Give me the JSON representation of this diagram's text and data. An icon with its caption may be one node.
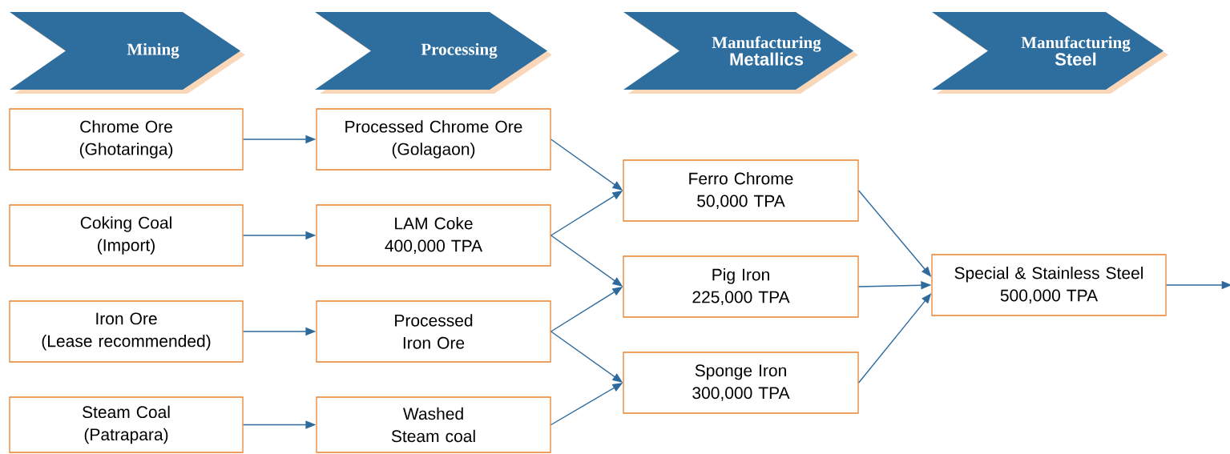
{
  "diagram": {
    "nodes": [
      {
        "text": [
          "Mining"
        ]
      },
      {
        "text": [
          "Processing"
        ]
      },
      {
        "text": [
          "Manufacturing",
          "Metallics"
        ]
      },
      {
        "text": [
          "Manufacturing",
          "Steel"
        ]
      },
      {
        "text": [
          "Chrome Ore",
          "(Ghotaringa)"
        ]
      },
      {
        "text": [
          "Coking Coal",
          "(Import)"
        ]
      },
      {
        "text": [
          "Iron Ore",
          "(Lease recommended)"
        ]
      },
      {
        "text": [
          "Steam Coal",
          "(Patrapara)"
        ]
      },
      {
        "text": [
          "Processed Chrome Ore",
          "(Golagaon)"
        ]
      },
      {
        "text": [
          "LAM Coke",
          "400,000 TPA"
        ]
      },
      {
        "text": [
          "Processed Iron Ore"
        ]
      },
      {
        "text": [
          "Washed Steam coal"
        ]
      },
      {
        "text": [
          "Ferro Chrome",
          "50,000 TPA"
        ]
      },
      {
        "text": [
          "Pig Iron",
          "225,000 TPA"
        ]
      },
      {
        "text": [
          "Sponge Iron",
          "300,000 TPA"
        ]
      },
      {
        "text": [
          "Special & Stainless Steel",
          "500,000 TPA"
        ]
      }
    ],
    "edges": [
      {
        "from": 4,
        "to": 8,
        "arrow": "to"
      },
      {
        "from": 5,
        "to": 9,
        "arrow": "to"
      },
      {
        "from": 6,
        "to": 10,
        "arrow": "to"
      },
      {
        "from": 7,
        "to": 11,
        "arrow": "to"
      },
      {
        "from": 8,
        "to": 12,
        "arrow": "to"
      },
      {
        "from": 9,
        "to": 12,
        "arrow": "to"
      },
      {
        "from": 9,
        "to": 13,
        "arrow": "to"
      },
      {
        "from": 10,
        "to": 13,
        "arrow": "to"
      },
      {
        "from": 10,
        "to": 14,
        "arrow": "to"
      },
      {
        "from": 11,
        "to": 14,
        "arrow": "to"
      },
      {
        "from": 12,
        "to": 15,
        "arrow": "to"
      },
      {
        "from": 13,
        "to": 15,
        "arrow": "to"
      },
      {
        "from": 14,
        "to": 15,
        "arrow": "to"
      },
      {
        "from": 15,
        "to": null,
        "arrow": "to"
      }
    ]
  }
}
